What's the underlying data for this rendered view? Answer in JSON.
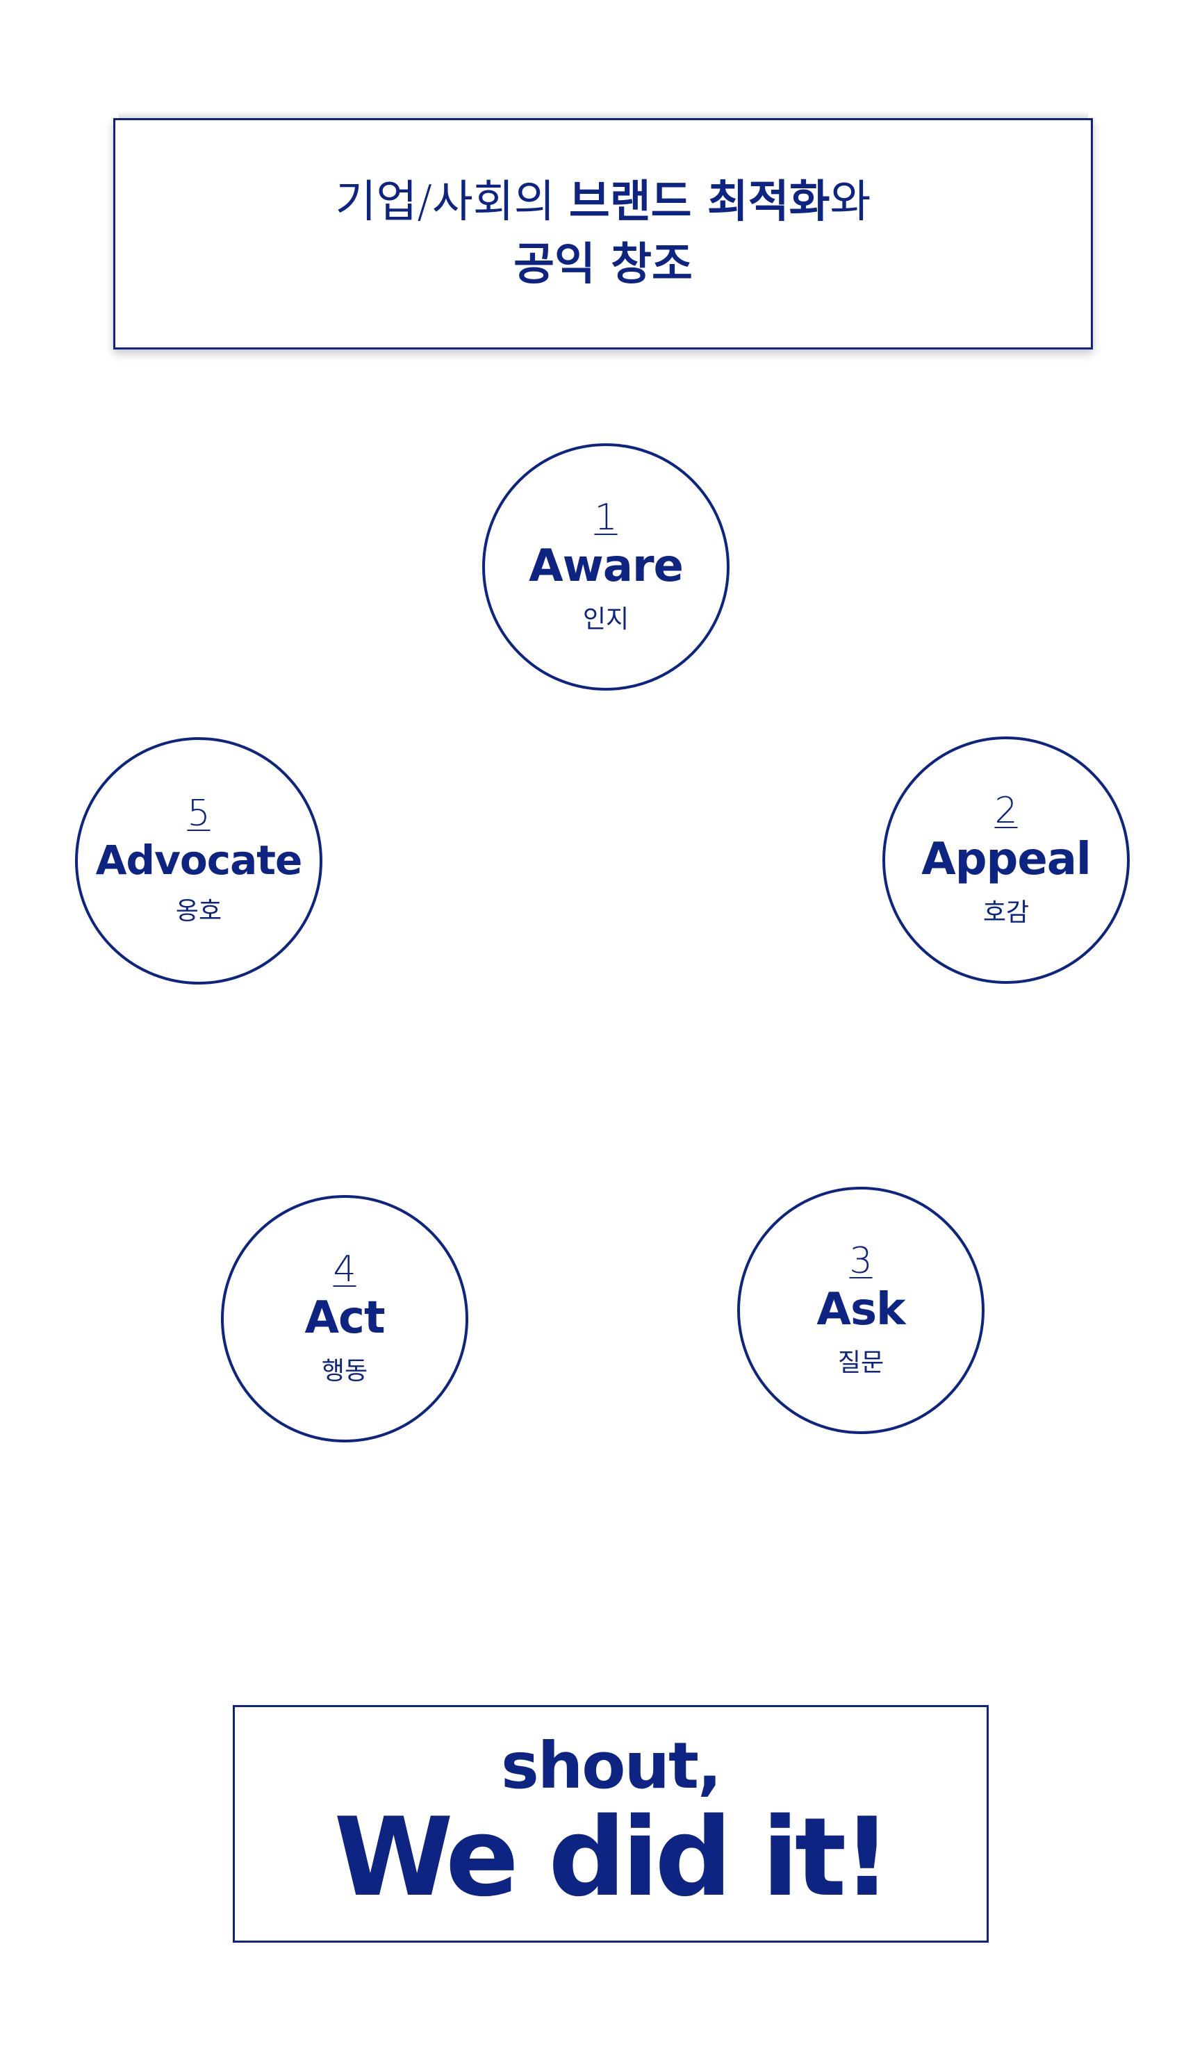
{
  "colors": {
    "accent": "#0d2483",
    "background": "#ffffff"
  },
  "header": {
    "line1_light_a": "기업/사회의 ",
    "line1_bold": "브랜드 최적화",
    "line1_light_b": "와",
    "line2": "공익 창조"
  },
  "stages": [
    {
      "number": "1",
      "name": "Aware",
      "korean": "인지"
    },
    {
      "number": "2",
      "name": "Appeal",
      "korean": "호감"
    },
    {
      "number": "3",
      "name": "Ask",
      "korean": "질문"
    },
    {
      "number": "4",
      "name": "Act",
      "korean": "행동"
    },
    {
      "number": "5",
      "name": "Advocate",
      "korean": "옹호"
    }
  ],
  "slogan": {
    "small": "shout,",
    "big": "We did it!"
  }
}
